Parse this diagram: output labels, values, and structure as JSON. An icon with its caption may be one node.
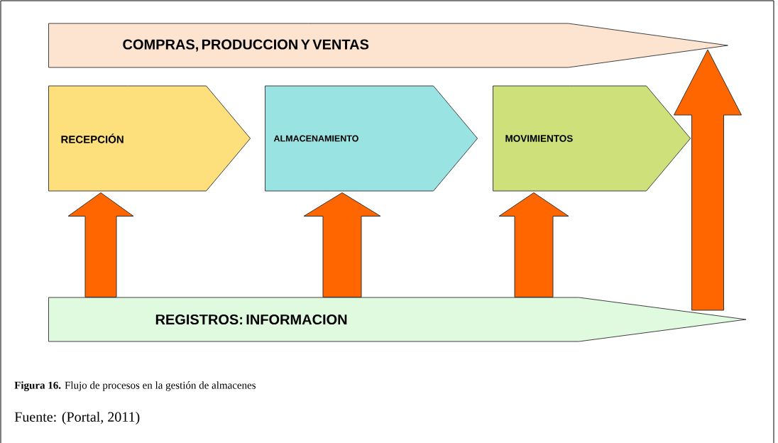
{
  "diagram": {
    "caption": "**Figura 16.** Flujo de procesos en la gestión de almacenes",
    "nodes": [
      {
        "text": [
          "COMPRAS, PRODUCCION Y VENTAS"
        ]
      },
      {
        "text": [
          "RECEPCIÓN"
        ]
      },
      {
        "text": [
          "ALMACENAMIENTO"
        ]
      },
      {
        "text": [
          "MOVIMIENTOS"
        ]
      },
      {
        "text": [
          "REGISTROS: INFORMACION"
        ]
      }
    ],
    "edges": [
      {
        "from": 4,
        "to": 1,
        "arrow": "to"
      },
      {
        "from": 4,
        "to": 2,
        "arrow": "to"
      },
      {
        "from": 4,
        "to": 3,
        "arrow": "to"
      },
      {
        "from": 4,
        "to": 0,
        "arrow": "to"
      }
    ],
    "labels": [
      "Fuente: (Portal, 2011)"
    ]
  }
}
